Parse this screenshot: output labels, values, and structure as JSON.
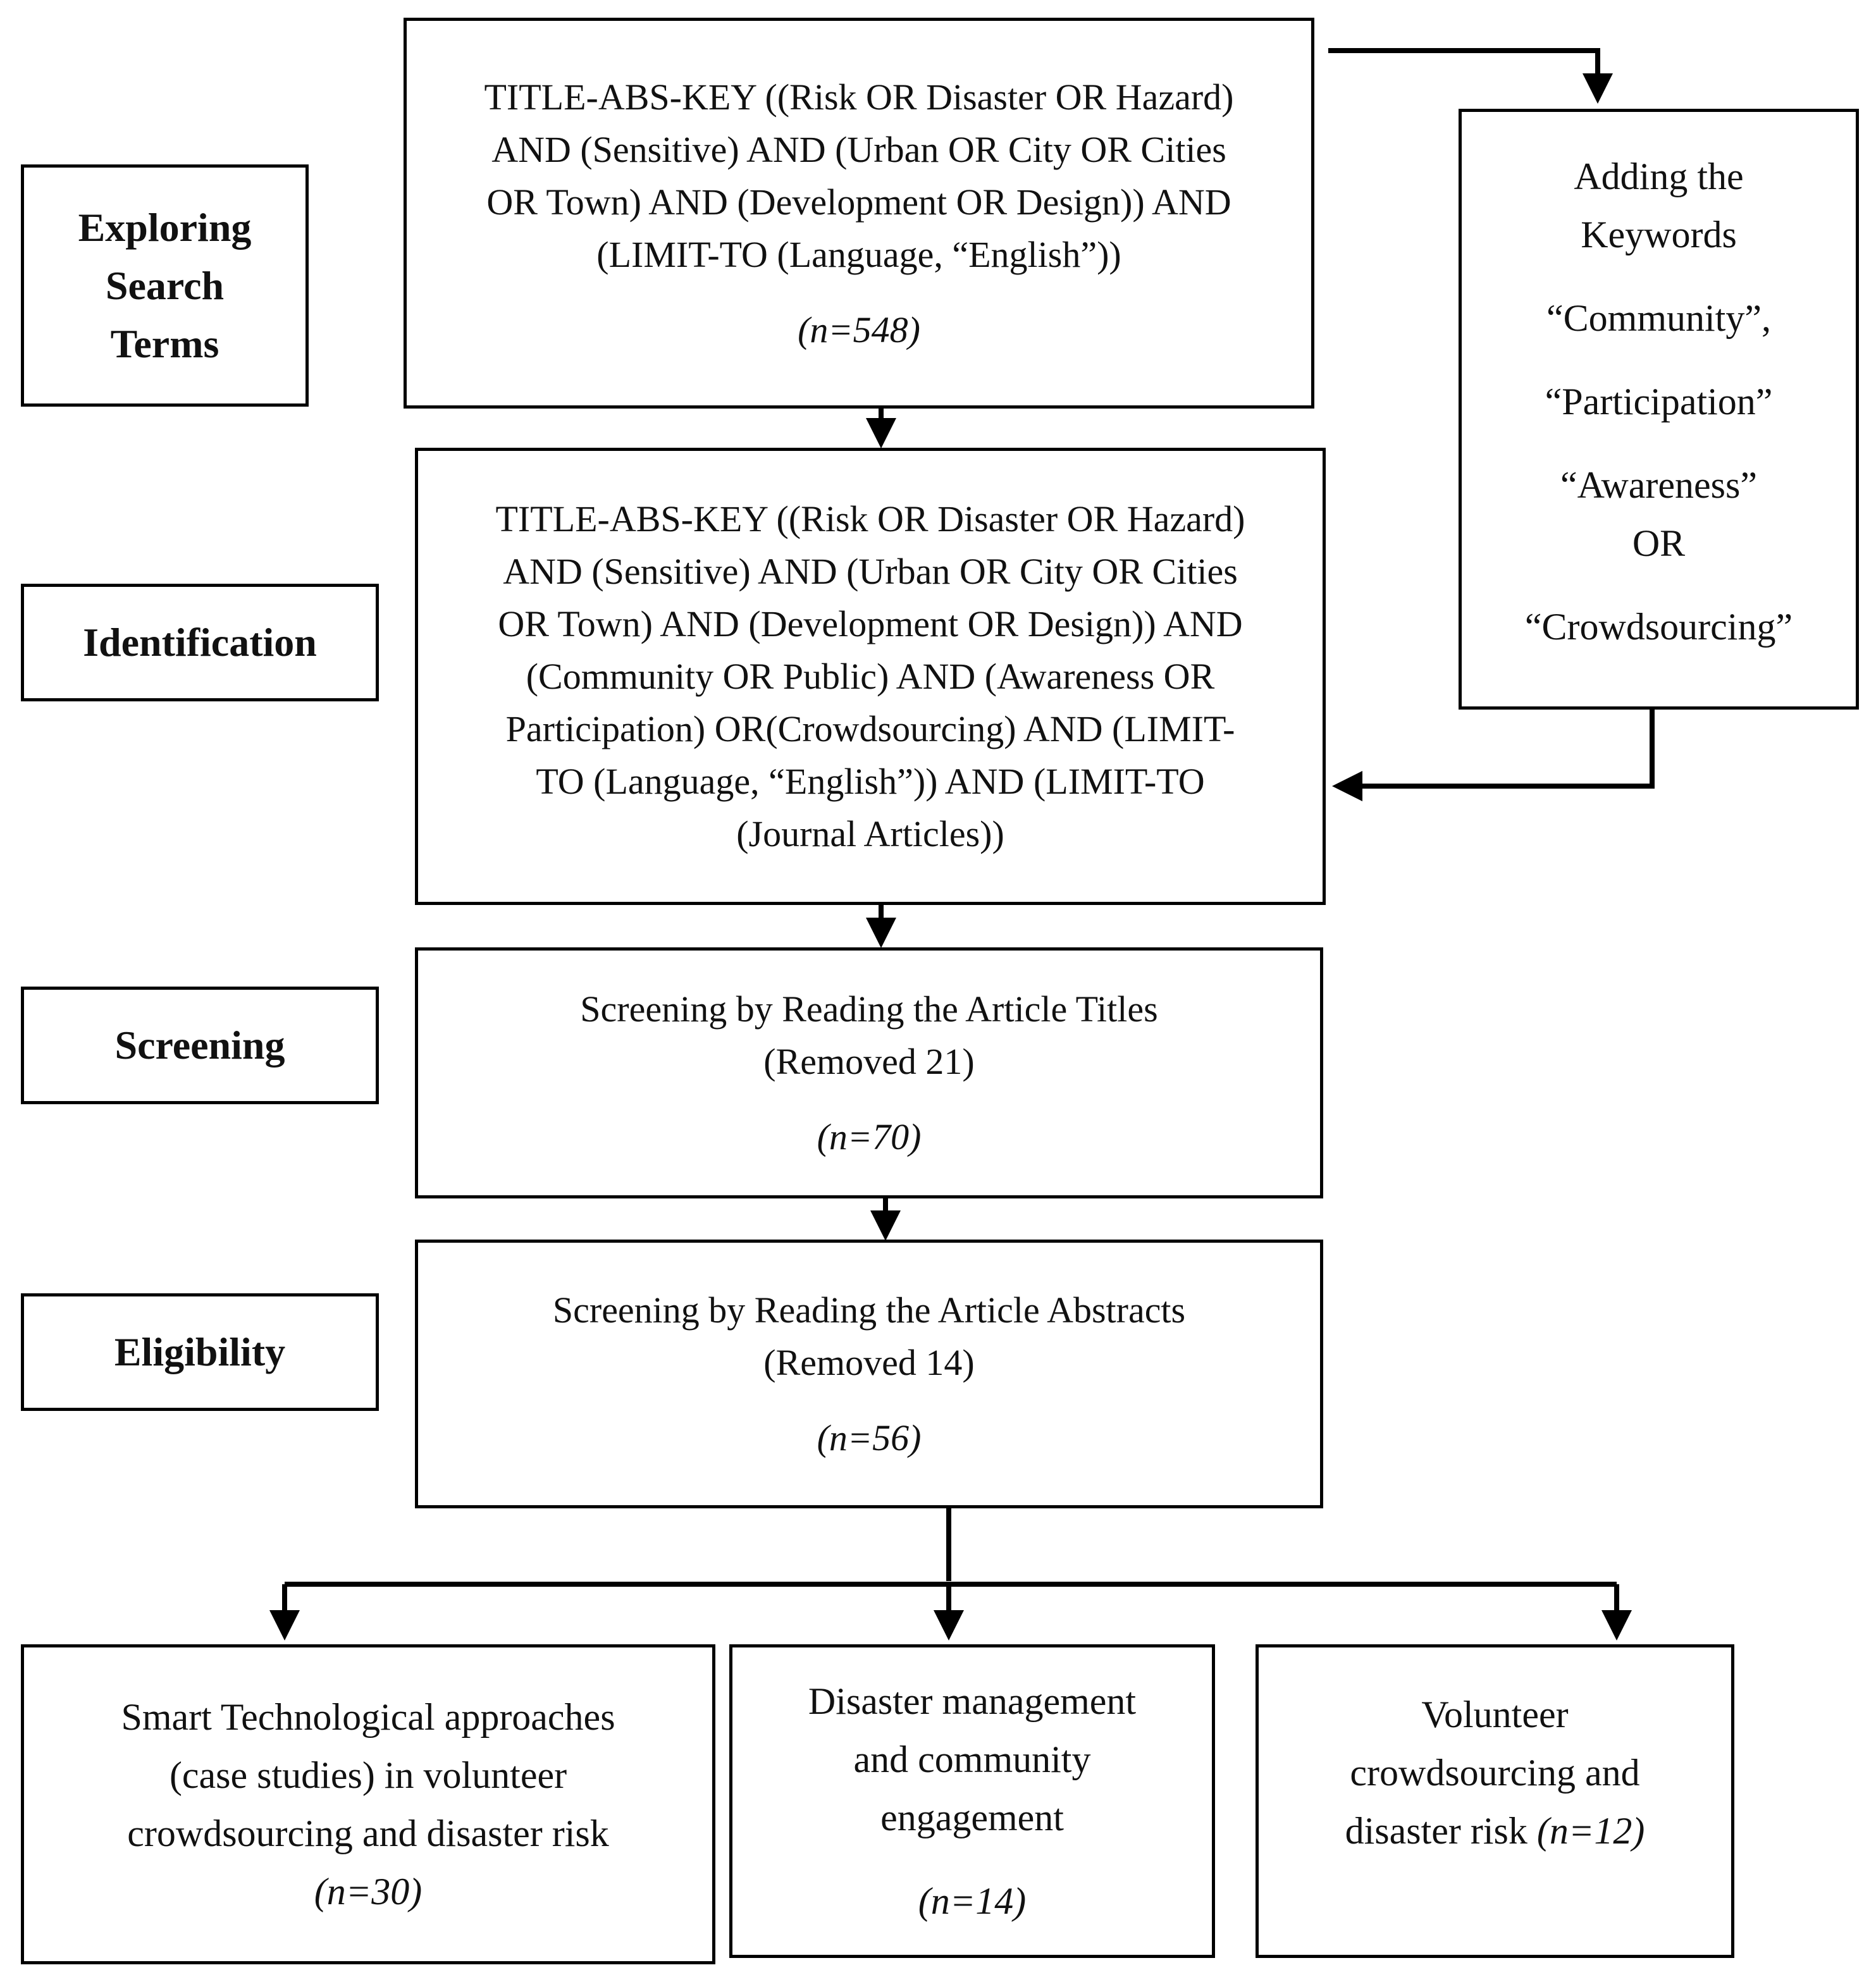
{
  "stages": {
    "exploring": [
      "Exploring",
      "Search",
      "Terms"
    ],
    "identification": "Identification",
    "screening": "Screening",
    "eligibility": "Eligibility"
  },
  "box_explore": {
    "lines": [
      "TITLE-ABS-KEY ((Risk OR Disaster OR Hazard)",
      "AND (Sensitive) AND (Urban OR City OR Cities",
      "OR Town) AND (Development OR Design)) AND",
      "(LIMIT-TO (Language, “English”))"
    ],
    "count": "(n=548)"
  },
  "box_keywords": {
    "lines": [
      "Adding the",
      "Keywords",
      "“Community”,",
      "“Participation”",
      "“Awareness”",
      "OR",
      "“Crowdsourcing”"
    ]
  },
  "box_identification": {
    "lines": [
      "TITLE-ABS-KEY ((Risk OR Disaster OR Hazard)",
      "AND (Sensitive) AND (Urban OR City OR Cities",
      "OR Town) AND (Development OR Design)) AND",
      "(Community OR Public) AND (Awareness OR",
      "Participation) OR(Crowdsourcing) AND (LIMIT-",
      "TO (Language, “English”)) AND (LIMIT-TO",
      "(Journal Articles))"
    ]
  },
  "box_screening": {
    "lines": [
      "Screening by Reading the Article Titles",
      "(Removed 21)"
    ],
    "count": "(n=70)"
  },
  "box_eligibility": {
    "lines": [
      "Screening by Reading the Article Abstracts",
      "(Removed 14)"
    ],
    "count": "(n=56)"
  },
  "outcomes": {
    "smart": {
      "lines": [
        "Smart Technological approaches",
        "(case studies) in volunteer",
        "crowdsourcing and disaster risk"
      ],
      "count": "(n=30)"
    },
    "management": {
      "lines": [
        "Disaster management",
        "and community",
        "engagement"
      ],
      "count": "(n=14)"
    },
    "volunteer": {
      "lines": [
        "Volunteer",
        "crowdsourcing and",
        "disaster risk"
      ],
      "count": "(n=12)"
    }
  }
}
